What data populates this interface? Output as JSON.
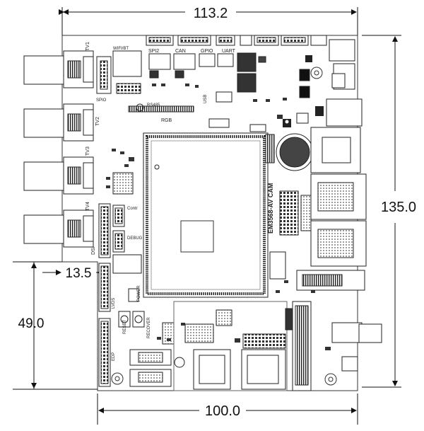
{
  "dimensions": {
    "top_width": "113.2",
    "right_height": "135.0",
    "left_offset": "13.5",
    "left_height": "49.0",
    "bottom_width": "100.0"
  },
  "board": {
    "model": "EM3568-AV CAM",
    "labels": {
      "tv1": "TV1",
      "tv2": "TV2",
      "tv3": "TV3",
      "tv4": "TV4",
      "wifi_bt": "WIFI/BT",
      "spio": "SPIO",
      "spi2": "SPI2",
      "can": "CAN",
      "gpio": "GPIO",
      "uart": "UART",
      "rs485": "RS485",
      "rgb": "RGB",
      "usb": "USB",
      "ctrl": "Contr",
      "debug": "DEBUG",
      "dsi": "DSI",
      "lvds": "LVDS",
      "power": "POWER",
      "reset": "RESET",
      "recover": "RECOVER",
      "edp": "EDP"
    }
  }
}
